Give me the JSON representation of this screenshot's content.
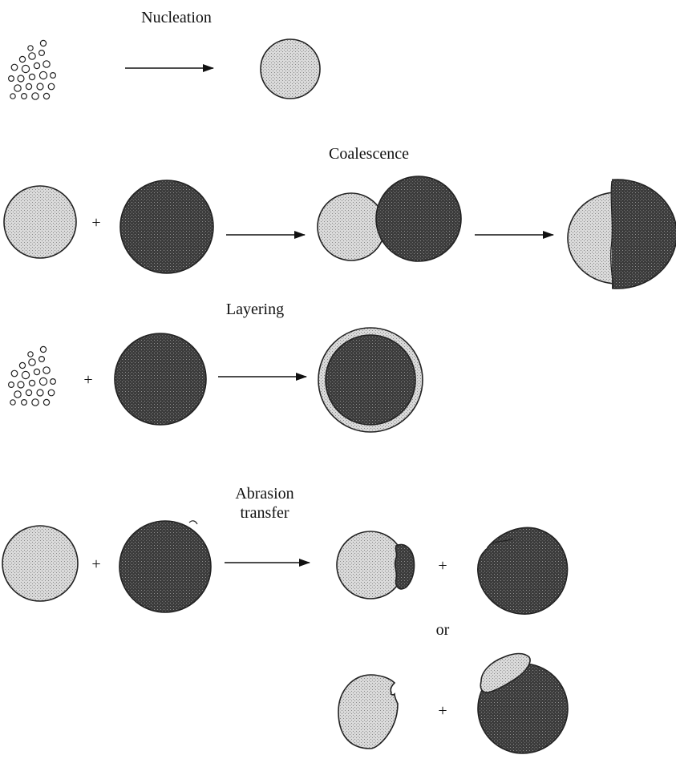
{
  "labels": {
    "nucleation": "Nucleation",
    "coalescence": "Coalescence",
    "layering": "Layering",
    "abrasion_line1": "Abrasion",
    "abrasion_line2": "transfer",
    "or": "or"
  },
  "symbols": {
    "plus": "+"
  },
  "colors": {
    "light_particle": "#d6d6d6",
    "dark_particle": "#3a3a3a",
    "outline": "#222222"
  }
}
